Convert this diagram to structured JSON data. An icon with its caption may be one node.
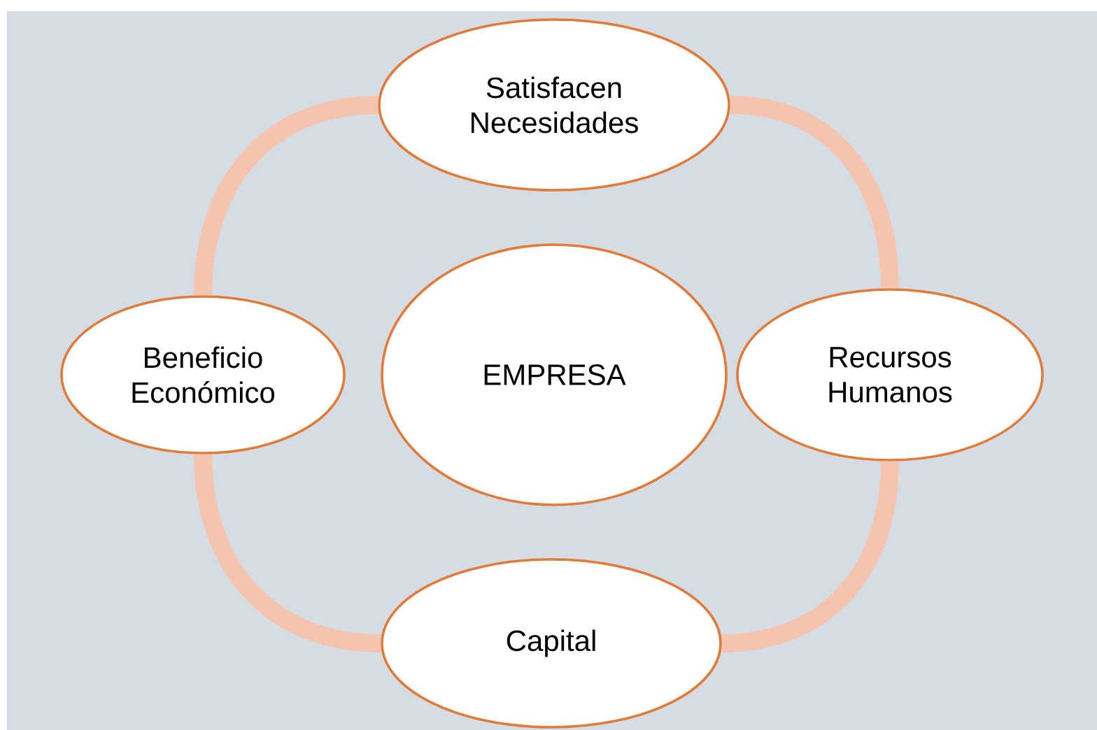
{
  "diagram": {
    "nodes": [
      {
        "text": [
          "Satisfacen Necesidades"
        ]
      },
      {
        "text": [
          "Beneficio Económico"
        ]
      },
      {
        "text": [
          "EMPRESA"
        ]
      },
      {
        "text": [
          "Recursos Humanos"
        ]
      },
      {
        "text": [
          "Capital"
        ]
      }
    ],
    "edges": [
      {
        "from": 0,
        "to": 3,
        "arrow": "none"
      },
      {
        "from": 3,
        "to": 4,
        "arrow": "none"
      },
      {
        "from": 4,
        "to": 1,
        "arrow": "none"
      },
      {
        "from": 1,
        "to": 0,
        "arrow": "none"
      }
    ]
  }
}
